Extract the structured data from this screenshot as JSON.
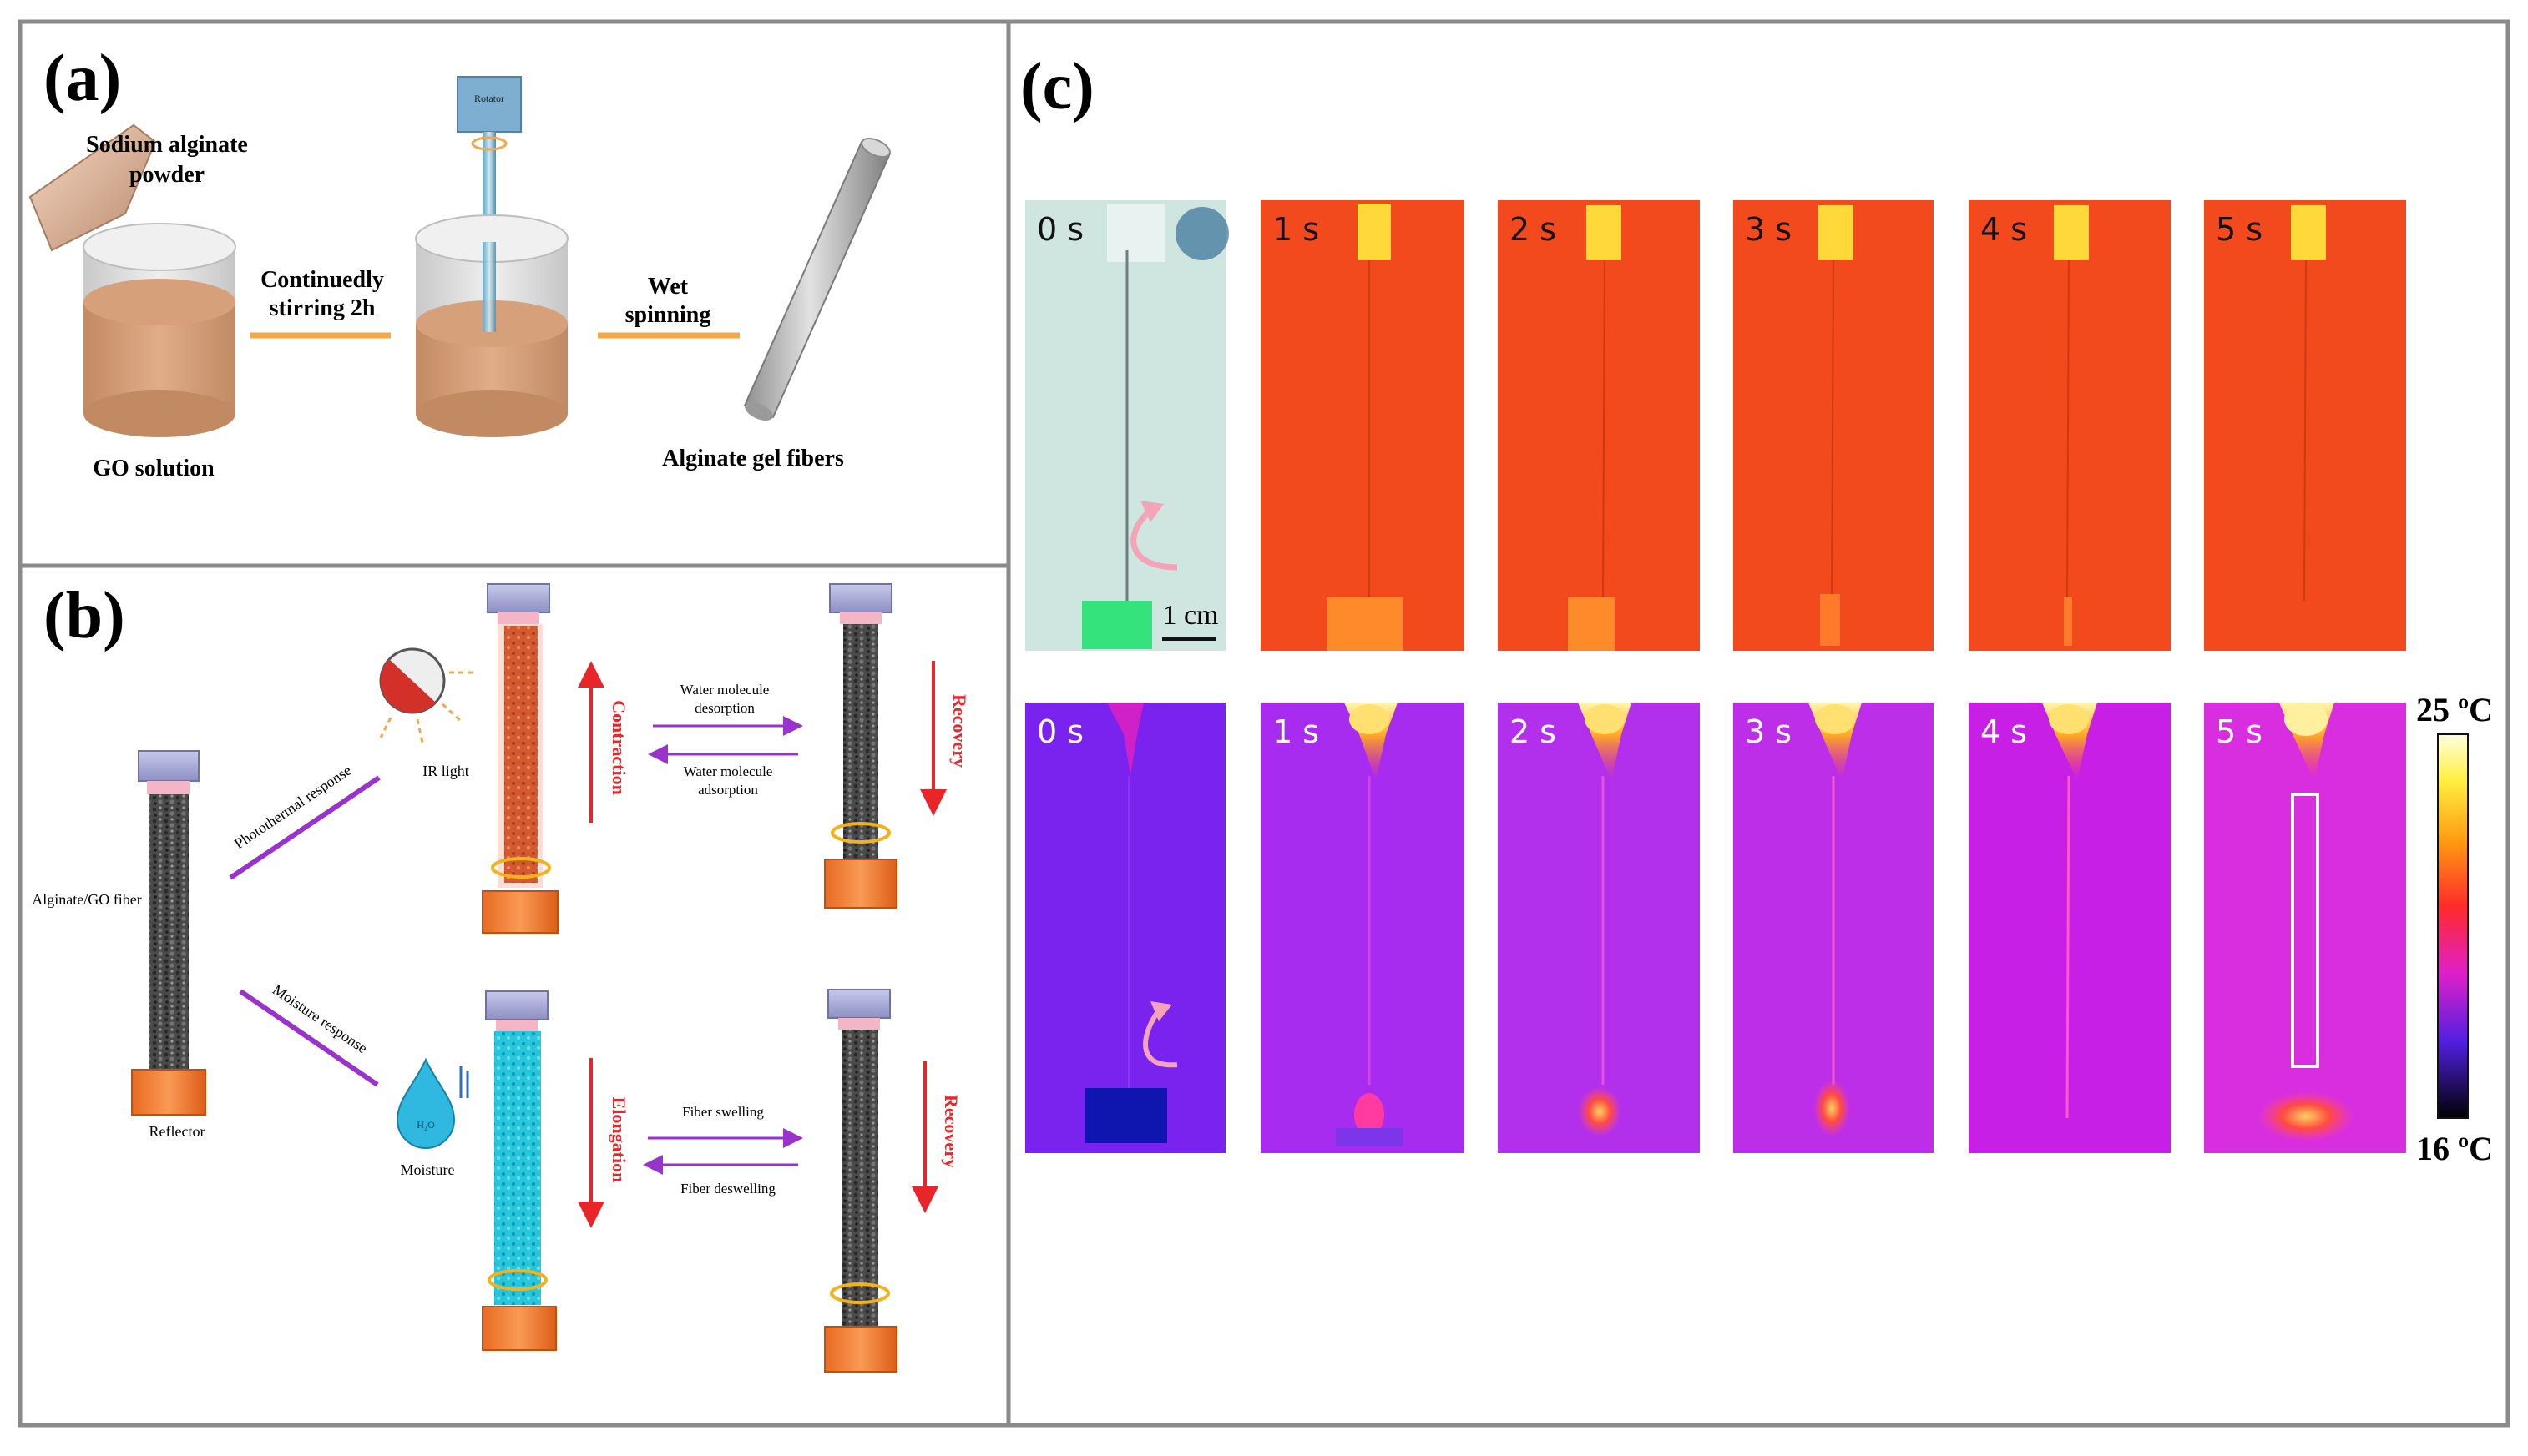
{
  "panel_a": {
    "label": "(a)",
    "powder_label": [
      "Sodium alginate",
      "powder"
    ],
    "go_solution": "GO solution",
    "stir_label": [
      "Continuedly",
      "stirring  2h"
    ],
    "rotator": "Rotator",
    "wet_label": [
      "Wet",
      "spinning"
    ],
    "fibers": "Alginate gel fibers"
  },
  "panel_b": {
    "label": "(b)",
    "fiber_label": "Alginate/GO fiber",
    "reflector": "Reflector",
    "photothermal": "Photothermal response",
    "moisture_resp": "Moisture response",
    "ir_light": "IR light",
    "moisture": "Moisture",
    "contraction": "Contraction",
    "elongation": "Elongation",
    "recovery": "Recovery",
    "water_desorption": [
      "Water molecule",
      "desorption"
    ],
    "water_adsorption": [
      "Water molecule",
      "adsorption"
    ],
    "fiber_swelling": "Fiber swelling",
    "fiber_deswelling": "Fiber deswelling",
    "droplet_text": "H₂O"
  },
  "panel_c": {
    "label": "(c)",
    "top_times": [
      "0 s",
      "1 s",
      "2 s",
      "3 s",
      "4 s",
      "5 s"
    ],
    "bottom_times": [
      "0 s",
      "1 s",
      "2 s",
      "3 s",
      "4 s",
      "5 s"
    ],
    "scale_bar": "1 cm",
    "colorbar_max": "25 ºC",
    "colorbar_min": "16 ºC"
  },
  "colors": {
    "panel_border": "#8a8a8a",
    "arrow_orange": "#f5a84a",
    "arrow_purple": "#9933cc",
    "label_red": "#e8262a",
    "thermal_orange": "#f24a1c",
    "thermal_magenta": "#c81fe6",
    "reflector_orange": "#f07a2e",
    "wet_fiber_cyan": "#24c4dc",
    "heated_fiber_red": "#d85a2a"
  }
}
